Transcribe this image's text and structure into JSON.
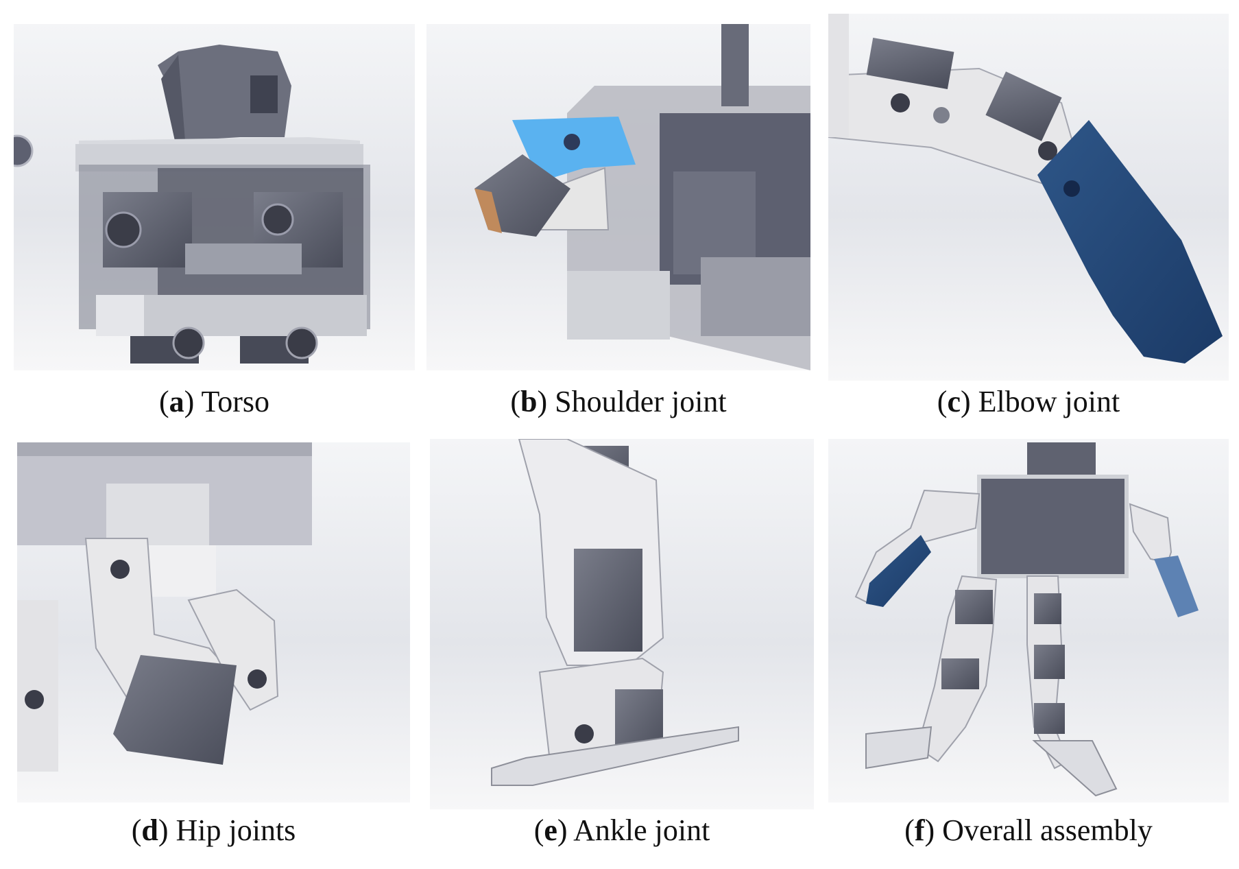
{
  "panels": [
    {
      "letter": "a",
      "caption": "Torso"
    },
    {
      "letter": "b",
      "caption": "Shoulder joint"
    },
    {
      "letter": "c",
      "caption": "Elbow joint"
    },
    {
      "letter": "d",
      "caption": "Hip joints"
    },
    {
      "letter": "e",
      "caption": "Ankle joint"
    },
    {
      "letter": "f",
      "caption": "Overall assembly"
    }
  ],
  "colors": {
    "servo": "#5c5f6e",
    "servo_dark": "#454856",
    "bracket": "#e6e6e6",
    "plate_blue": "#5ab2f0",
    "arm_blue": "#224777",
    "background_tint": "#e9ebef"
  }
}
